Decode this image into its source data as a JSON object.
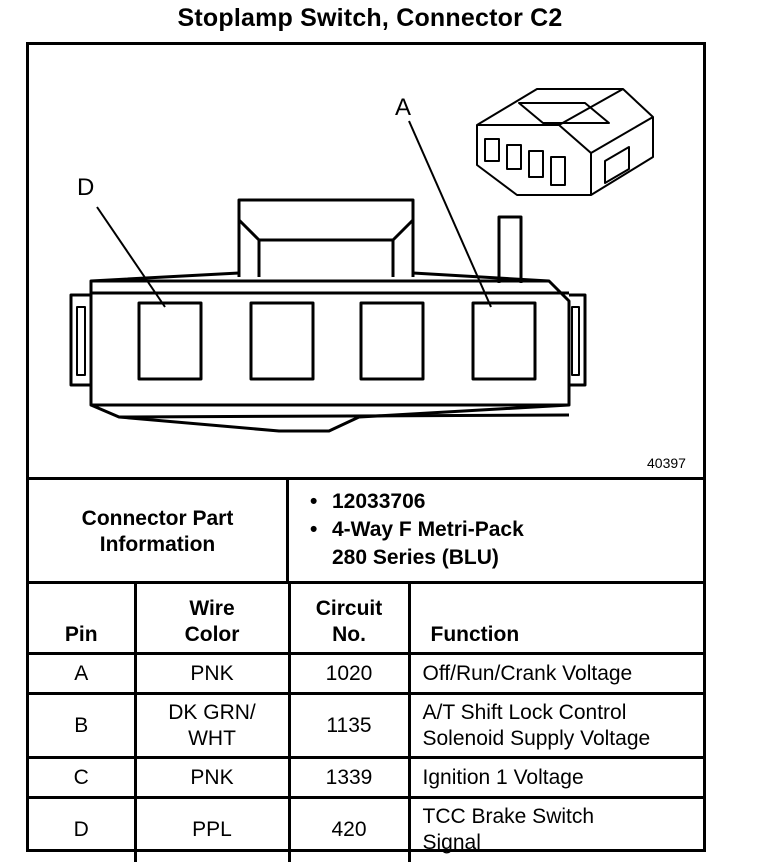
{
  "title": "Stoplamp Switch, Connector C2",
  "diagram": {
    "callouts": {
      "a": "A",
      "d": "D"
    },
    "figure_number": "40397"
  },
  "connector_info": {
    "label_line1": "Connector Part",
    "label_line2": "Information",
    "bullet": "•",
    "part_number": "12033706",
    "type_line1": "4-Way F Metri-Pack",
    "type_line2": "280 Series (BLU)"
  },
  "table": {
    "headers": {
      "pin": "Pin",
      "wire_color_1": "Wire",
      "wire_color_2": "Color",
      "circuit_1": "Circuit",
      "circuit_2": "No.",
      "function": "Function"
    },
    "rows": [
      {
        "pin": "A",
        "color_1": "PNK",
        "color_2": "",
        "circuit": "1020",
        "function_1": "Off/Run/Crank Voltage",
        "function_2": ""
      },
      {
        "pin": "B",
        "color_1": "DK GRN/",
        "color_2": "WHT",
        "circuit": "1135",
        "function_1": "A/T Shift Lock Control",
        "function_2": "Solenoid Supply Voltage"
      },
      {
        "pin": "C",
        "color_1": "PNK",
        "color_2": "",
        "circuit": "1339",
        "function_1": "Ignition 1 Voltage",
        "function_2": ""
      },
      {
        "pin": "D",
        "color_1": "PPL",
        "color_2": "",
        "circuit": "420",
        "function_1": "TCC Brake Switch",
        "function_2": "Signal"
      }
    ]
  }
}
